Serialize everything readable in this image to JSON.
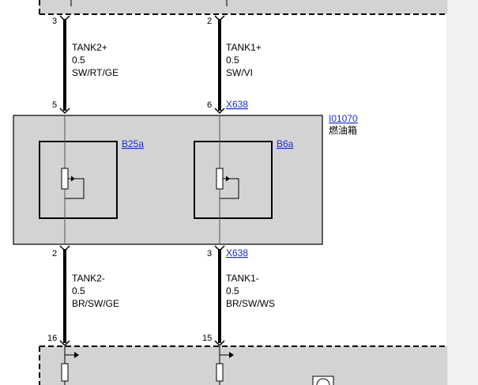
{
  "top_connector": {
    "pins": [
      "3",
      "2"
    ]
  },
  "wires_upper": [
    {
      "signal": "TANK2+",
      "gauge": "0.5",
      "color": "SW/RT/GE"
    },
    {
      "signal": "TANK1+",
      "gauge": "0.5",
      "color": "SW/VI"
    }
  ],
  "module_top": {
    "pins": [
      "5",
      "6"
    ],
    "connector": "X638"
  },
  "module": {
    "id": "I01070",
    "name": "燃油箱",
    "sensors": [
      {
        "id": "B25a"
      },
      {
        "id": "B6a"
      }
    ]
  },
  "module_bottom": {
    "pins": [
      "2",
      "3"
    ],
    "connector": "X638"
  },
  "wires_lower": [
    {
      "signal": "TANK2-",
      "gauge": "0.5",
      "color": "BR/SW/GE"
    },
    {
      "signal": "TANK1-",
      "gauge": "0.5",
      "color": "BR/SW/WS"
    }
  ],
  "bottom_connector": {
    "pins": [
      "16",
      "15"
    ]
  },
  "colors": {
    "link": "#1a2fcc",
    "module_fill": "#d3d3d3",
    "wire": "#000000"
  }
}
